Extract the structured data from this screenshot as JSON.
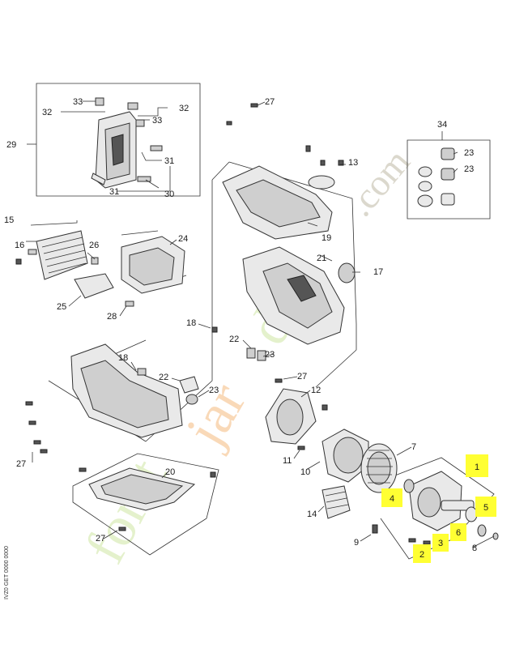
{
  "diagram": {
    "part_numbers": [
      "1",
      "2",
      "3",
      "4",
      "5",
      "6",
      "7",
      "8",
      "9",
      "10",
      "11",
      "12",
      "13",
      "14",
      "15",
      "16",
      "17",
      "18",
      "19",
      "20",
      "21",
      "22",
      "23",
      "24",
      "25",
      "26",
      "27",
      "28",
      "29",
      "30",
      "31",
      "32",
      "33",
      "34"
    ],
    "highlighted": [
      "1",
      "2",
      "3",
      "4",
      "5",
      "6"
    ],
    "highlight_color": "#ffff33",
    "drawing_code": "IVZ0 GET 0000\n0000",
    "watermark": {
      "green": "forêt",
      "orange": "jar",
      "green2": "din",
      "gray": ".com"
    }
  }
}
